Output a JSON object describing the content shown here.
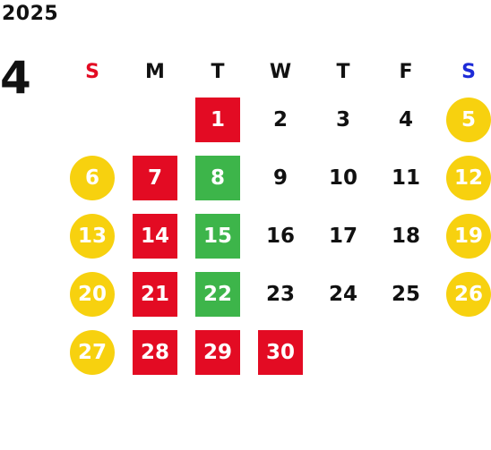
{
  "year": "2025",
  "month": "4",
  "weekday_headers": [
    {
      "label": "S",
      "color": "#e30b23"
    },
    {
      "label": "M",
      "color": "#111111"
    },
    {
      "label": "T",
      "color": "#111111"
    },
    {
      "label": "W",
      "color": "#111111"
    },
    {
      "label": "T",
      "color": "#111111"
    },
    {
      "label": "F",
      "color": "#111111"
    },
    {
      "label": "S",
      "color": "#1d2bd8"
    }
  ],
  "colors": {
    "weekend_circle": "#f7d10f",
    "red_box": "#e30b23",
    "green_box": "#3db54a"
  },
  "weeks": [
    [
      null,
      null,
      {
        "day": "1",
        "style": "red"
      },
      {
        "day": "2",
        "style": "plain"
      },
      {
        "day": "3",
        "style": "plain"
      },
      {
        "day": "4",
        "style": "plain"
      },
      {
        "day": "5",
        "style": "weekend"
      }
    ],
    [
      {
        "day": "6",
        "style": "weekend"
      },
      {
        "day": "7",
        "style": "red"
      },
      {
        "day": "8",
        "style": "green"
      },
      {
        "day": "9",
        "style": "plain"
      },
      {
        "day": "10",
        "style": "plain"
      },
      {
        "day": "11",
        "style": "plain"
      },
      {
        "day": "12",
        "style": "weekend"
      }
    ],
    [
      {
        "day": "13",
        "style": "weekend"
      },
      {
        "day": "14",
        "style": "red"
      },
      {
        "day": "15",
        "style": "green"
      },
      {
        "day": "16",
        "style": "plain"
      },
      {
        "day": "17",
        "style": "plain"
      },
      {
        "day": "18",
        "style": "plain"
      },
      {
        "day": "19",
        "style": "weekend"
      }
    ],
    [
      {
        "day": "20",
        "style": "weekend"
      },
      {
        "day": "21",
        "style": "red"
      },
      {
        "day": "22",
        "style": "green"
      },
      {
        "day": "23",
        "style": "plain"
      },
      {
        "day": "24",
        "style": "plain"
      },
      {
        "day": "25",
        "style": "plain"
      },
      {
        "day": "26",
        "style": "weekend"
      }
    ],
    [
      {
        "day": "27",
        "style": "weekend"
      },
      {
        "day": "28",
        "style": "red"
      },
      {
        "day": "29",
        "style": "red"
      },
      {
        "day": "30",
        "style": "red"
      },
      null,
      null,
      null
    ]
  ]
}
